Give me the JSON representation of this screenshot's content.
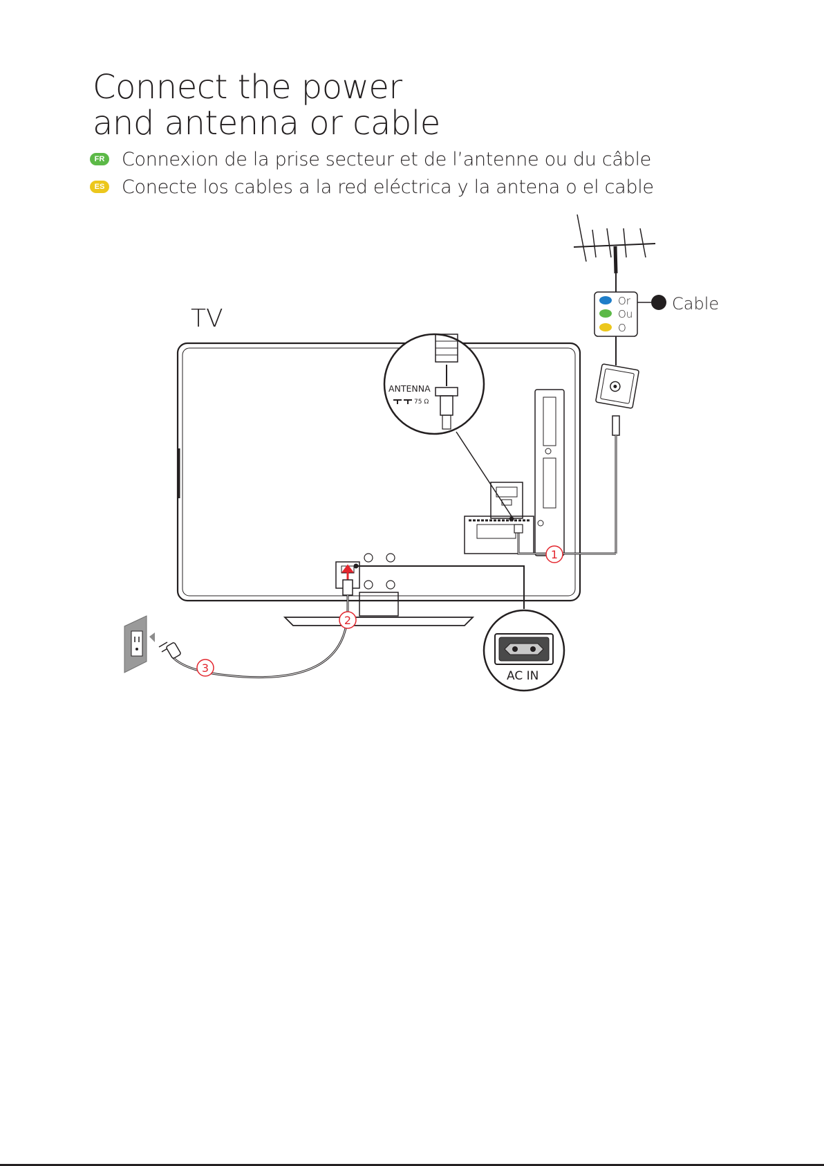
{
  "title": {
    "line1": "Connect the power",
    "line2": "and antenna or cable"
  },
  "subtitles": [
    {
      "badge": "FR",
      "badge_color": "#5cb947",
      "text": "Connexion de la prise secteur et de l’antenne ou du câble"
    },
    {
      "badge": "ES",
      "badge_color": "#ecc71c",
      "text": "Conecte los cables a la red eléctrica y la antena o el cable"
    }
  ],
  "diagram": {
    "tv_label": "TV",
    "cable_label": "Cable",
    "or_options": [
      {
        "color": "#1e7dc8",
        "text": "Or"
      },
      {
        "color": "#5cb947",
        "text": "Ou"
      },
      {
        "color": "#ecc71c",
        "text": "O"
      }
    ],
    "antenna_port_label": "ANTENNA",
    "antenna_impedance": "75 Ω",
    "ac_in_label": "AC IN",
    "steps": [
      "1",
      "2",
      "3"
    ],
    "step_color": "#e3262e"
  }
}
